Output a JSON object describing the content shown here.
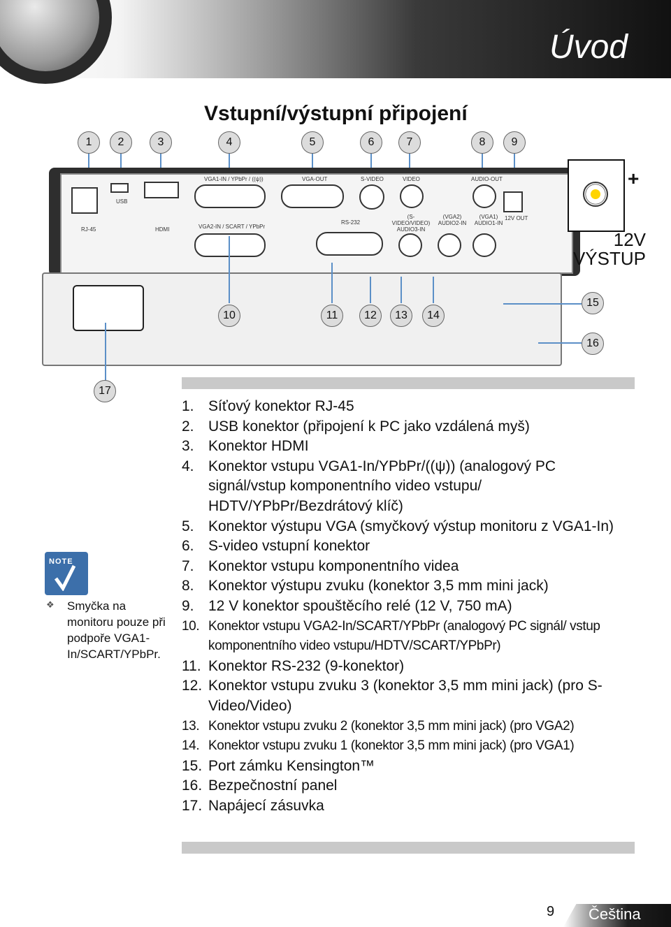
{
  "header": {
    "title": "Úvod"
  },
  "section": {
    "title": "Vstupní/výstupní připojení"
  },
  "diagram": {
    "callouts_top": [
      "1",
      "2",
      "3",
      "4",
      "5",
      "6",
      "7",
      "8",
      "9"
    ],
    "callouts_bottom": [
      "10",
      "11",
      "12",
      "13",
      "14"
    ],
    "callout_15": "15",
    "callout_16": "16",
    "callout_17": "17",
    "port_labels": {
      "usb": "USB",
      "rj45": "RJ-45",
      "hdmi": "HDMI",
      "vga1_in": "VGA1-IN / YPbPr / ((ψ))",
      "vga2_in": "VGA2-IN / SCART / YPbPr",
      "vga_out": "VGA-OUT",
      "rs232": "RS-232",
      "svideo": "S-VIDEO",
      "video": "VIDEO",
      "audio3": "(S-VIDEO/VIDEO) AUDIO3-IN",
      "audio2": "(VGA2) AUDIO2-IN",
      "audio1": "(VGA1) AUDIO1-IN",
      "audio_out": "AUDIO-OUT",
      "v12_out": "12V OUT"
    },
    "zoom_plus": "+",
    "zoom_label_1": "12V",
    "zoom_label_2": "VÝSTUP"
  },
  "note": {
    "icon_text": "NOTE",
    "text": "Smyčka na monitoru pouze při podpoře VGA1-In/SCART/YPbPr."
  },
  "items": [
    {
      "n": "1.",
      "text": "Síťový konektor RJ-45"
    },
    {
      "n": "2.",
      "text": "USB konektor (připojení k PC jako vzdálená myš)"
    },
    {
      "n": "3.",
      "text": "Konektor HDMI"
    },
    {
      "n": "4.",
      "text": "Konektor vstupu VGA1-In/YPbPr/((ψ)) (analogový PC signál/vstup komponentního video vstupu/ HDTV/YPbPr/Bezdrátový klíč)"
    },
    {
      "n": "5.",
      "text": "Konektor výstupu VGA (smyčkový výstup monitoru z VGA1-In)"
    },
    {
      "n": "6.",
      "text": "S-video vstupní konektor"
    },
    {
      "n": "7.",
      "text": "Konektor vstupu komponentního videa"
    },
    {
      "n": "8.",
      "text": "Konektor výstupu zvuku (konektor 3,5 mm mini jack)"
    },
    {
      "n": "9.",
      "text": "12 V konektor spouštěcího relé (12 V, 750 mA)"
    },
    {
      "n": "10.",
      "text": "Konektor vstupu VGA2-In/SCART/YPbPr (analogový PC signál/ vstup komponentního video vstupu/HDTV/SCART/YPbPr)"
    },
    {
      "n": "11.",
      "text": "Konektor RS-232 (9-konektor)"
    },
    {
      "n": "12.",
      "text": "Konektor vstupu zvuku 3 (konektor 3,5 mm mini jack) (pro S-Video/Video)"
    },
    {
      "n": "13.",
      "text": "Konektor vstupu zvuku 2 (konektor 3,5 mm mini jack) (pro VGA2)"
    },
    {
      "n": "14.",
      "text": "Konektor vstupu zvuku 1 (konektor 3,5 mm mini jack) (pro VGA1)"
    },
    {
      "n": "15.",
      "text": "Port zámku Kensington™"
    },
    {
      "n": "16.",
      "text": "Bezpečnostní panel"
    },
    {
      "n": "17.",
      "text": "Napájecí zásuvka"
    }
  ],
  "footer": {
    "page": "9",
    "language": "Čeština"
  }
}
